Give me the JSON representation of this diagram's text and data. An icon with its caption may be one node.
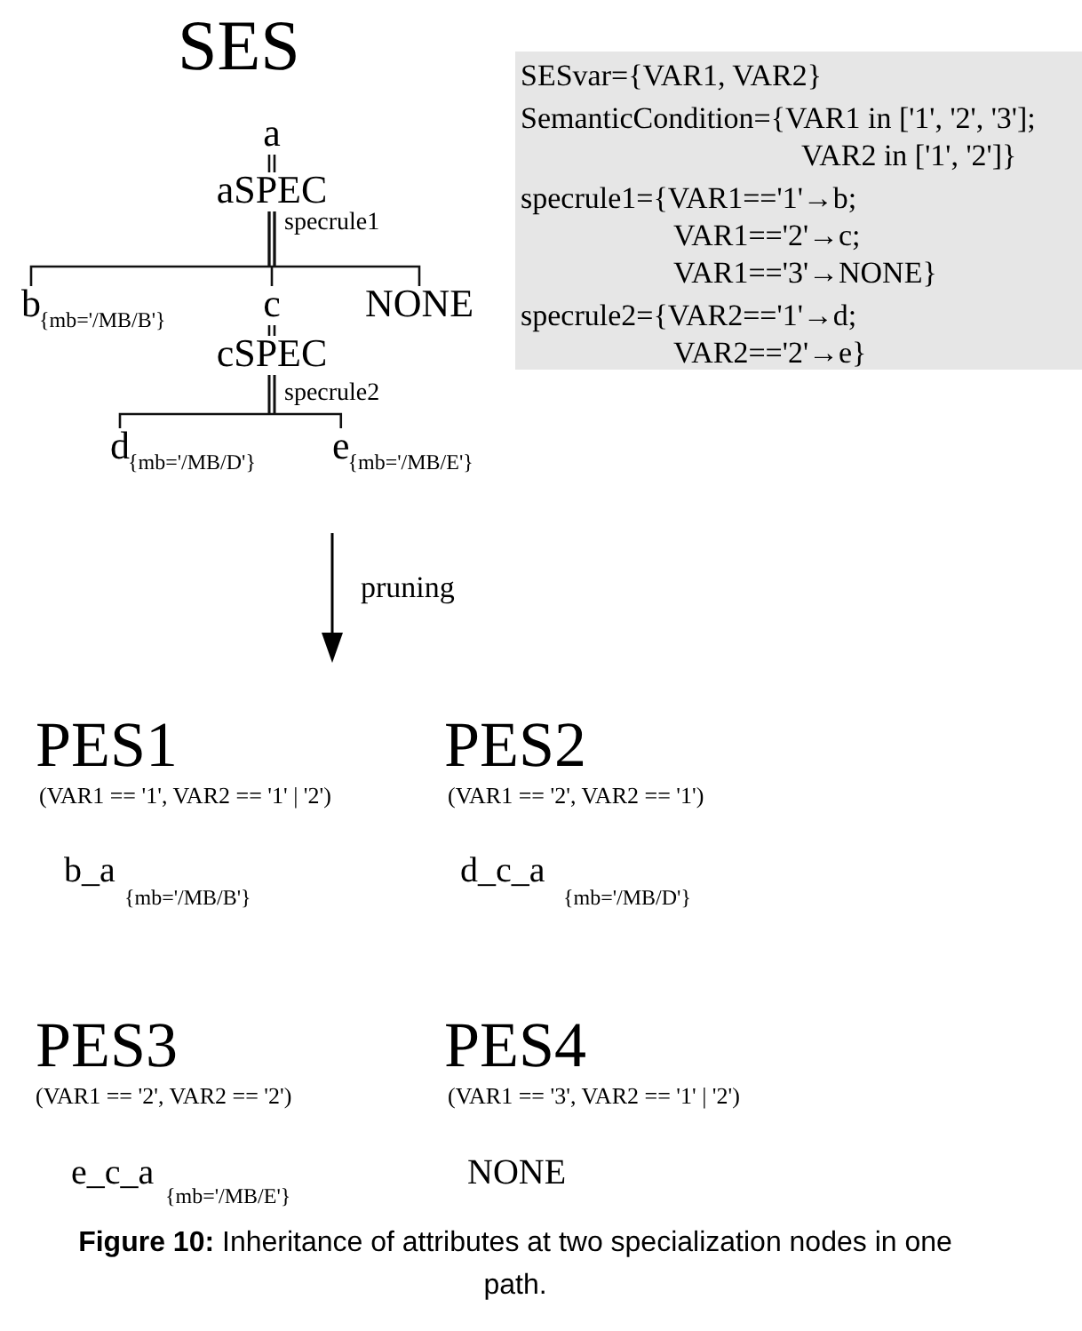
{
  "diagram": {
    "caption": "**Figure 10:** Inheritance of attributes at two specialization nodes in one path.",
    "nodes": [
      {
        "text": [
          "a"
        ]
      },
      {
        "text": [
          "aSPEC"
        ]
      },
      {
        "text": [
          "b"
        ],
        "beside": [
          "{mb='/MB/B'}"
        ]
      },
      {
        "text": [
          "c"
        ]
      },
      {
        "text": [
          "NONE"
        ]
      },
      {
        "text": [
          "cSPEC"
        ]
      },
      {
        "text": [
          "d"
        ],
        "beside": [
          "{mb='/MB/D'}"
        ]
      },
      {
        "text": [
          "e"
        ],
        "beside": [
          "{mb='/MB/E'}"
        ]
      },
      {
        "text": [
          "SESvar={VAR1, VAR2}",
          "SemanticCondition={VAR1 in ['1', '2', '3']; VAR2 in ['1', '2']}",
          "specrule1={VAR1=='1'→b; VAR1=='2'→c; VAR1=='3'→NONE}",
          "specrule2={VAR2=='1'→d; VAR2=='2'→e}"
        ]
      }
    ],
    "edges": [
      {
        "from": 0,
        "to": 1,
        "arrow": "none"
      },
      {
        "from": 1,
        "to": 2,
        "arrow": "none"
      },
      {
        "from": 1,
        "to": 3,
        "arrow": "none"
      },
      {
        "from": 1,
        "to": 4,
        "arrow": "none"
      },
      {
        "from": 3,
        "to": 5,
        "arrow": "none"
      },
      {
        "from": 5,
        "to": 6,
        "arrow": "none"
      },
      {
        "from": 5,
        "to": 7,
        "arrow": "none"
      }
    ],
    "labels": [
      "SES",
      "specrule1",
      "specrule2",
      "pruning",
      "PES1",
      "PES2",
      "(VAR1 == '1', VAR2 == '1' | '2')",
      "(VAR1 == '2', VAR2 == '1')",
      "b_a",
      "{mb='/MB/B'}",
      "d_c_a",
      "{mb='/MB/D'}",
      "PES3",
      "PES4",
      "(VAR1 == '2', VAR2 == '2')",
      "(VAR1 == '3', VAR2 == '1' | '2')",
      "e_c_a",
      "{mb='/MB/E'}",
      "NONE"
    ]
  }
}
